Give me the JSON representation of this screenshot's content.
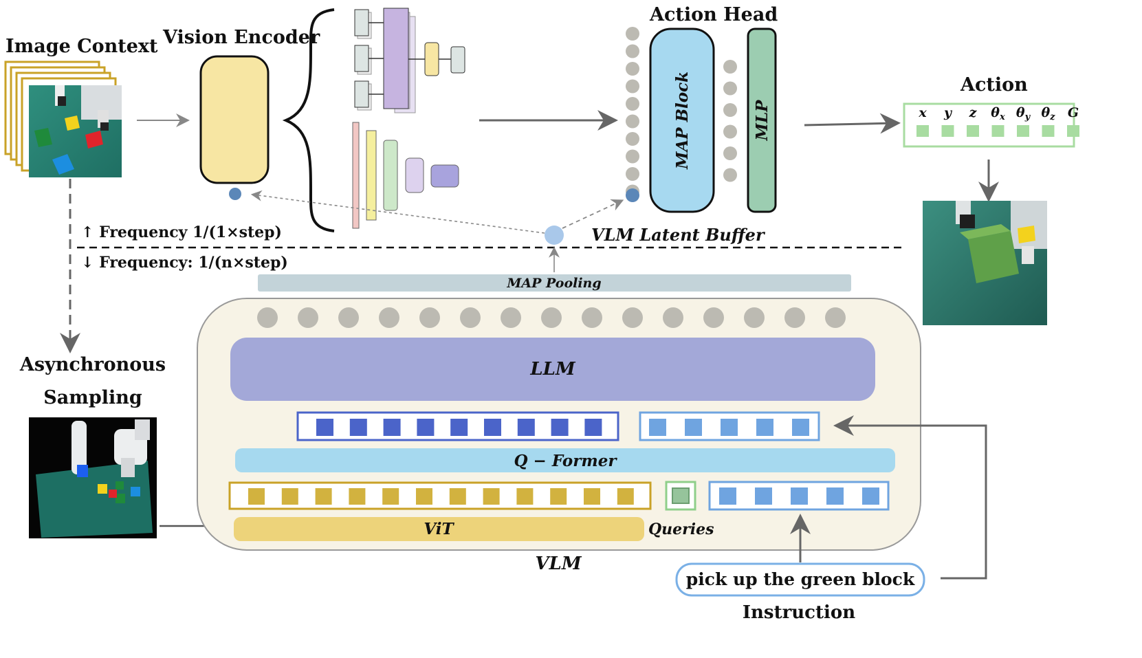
{
  "labels": {
    "image_context": "Image Context",
    "vision_encoder": "Vision Encoder",
    "action_head": "Action Head",
    "map_block": "MAP Block",
    "mlp": "MLP",
    "action": "Action",
    "freq_up": "↑ Frequency 1/(1×step)",
    "freq_down": "↓ Frequency: 1/(n×step)",
    "vlm_latent_buffer": "VLM Latent Buffer",
    "map_pooling": "MAP Pooling",
    "async_line1": "Asynchronous",
    "async_line2": "Sampling",
    "llm": "LLM",
    "qformer": "Q − Former",
    "vit": "ViT",
    "queries": "Queries",
    "vlm": "VLM",
    "instruction_text": "pick up the green block",
    "instruction_label": "Instruction"
  },
  "action_dims": [
    "x",
    "y",
    "z",
    "θx",
    "θy",
    "θz",
    "G"
  ],
  "colors": {
    "vlm_container": "#f7f3e6",
    "llm": "#a3a8d8",
    "qformer": "#a6d9ef",
    "vit": "#edd37a",
    "map_pooling": "#c3d3d9",
    "vision_encoder": "#f7e6a3",
    "map_block": "#a7d9f0",
    "mlp": "#9ccdb1",
    "action_border": "#a8dca1",
    "token_dark_blue": "#4b64c9",
    "token_light_blue": "#6fa4e0",
    "token_gold": "#d2b23f",
    "token_gray": "#bcbab2",
    "latent_node": "#a9c8ea",
    "arrow": "#666666"
  },
  "counts": {
    "llm_output_tokens": 15,
    "vision_tokens": 12,
    "language_tokens": 5,
    "visual_query_tokens": 9,
    "action_head_latents": 10,
    "map_outputs": 6
  }
}
